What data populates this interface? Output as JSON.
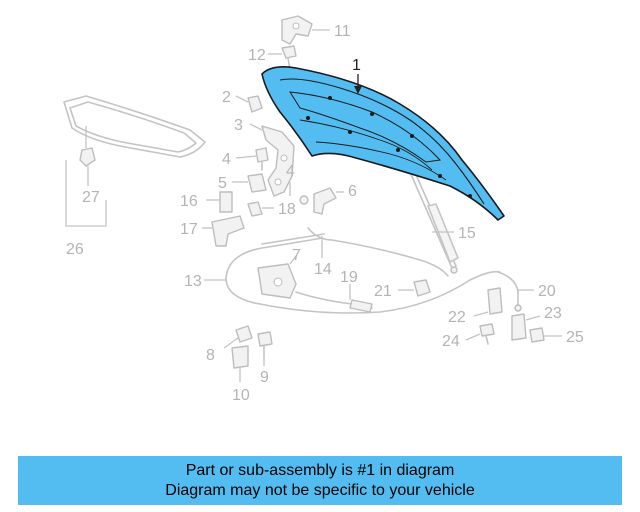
{
  "colors": {
    "highlight": "#53bdf1",
    "banner": "#53bdf1",
    "part_outline": "#c4c4c4",
    "callout_text": "#b4b4b4"
  },
  "callouts": {
    "c1": "1",
    "c2": "2",
    "c3": "3",
    "c4a": "4",
    "c4b": "4",
    "c5": "5",
    "c6": "6",
    "c7": "7",
    "c8": "8",
    "c9": "9",
    "c10": "10",
    "c11": "11",
    "c12": "12",
    "c13": "13",
    "c14": "14",
    "c15": "15",
    "c16": "16",
    "c17": "17",
    "c18": "18",
    "c19": "19",
    "c20": "20",
    "c21": "21",
    "c22": "22",
    "c23": "23",
    "c24": "24",
    "c25": "25",
    "c26": "26",
    "c27": "27"
  },
  "banner": {
    "line1": "Part or sub-assembly is #1 in diagram",
    "line2": "Diagram may not be specific to your vehicle"
  }
}
